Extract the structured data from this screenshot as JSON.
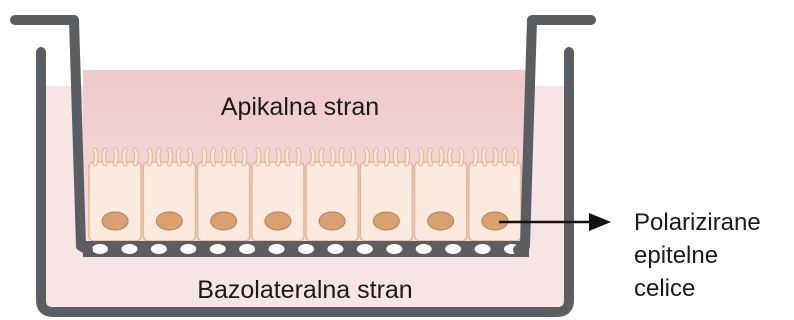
{
  "labels": {
    "apical": "Apikalna stran",
    "basolateral": "Bazolateralna stran",
    "cells_line1": "Polarizirane",
    "cells_line2": "epitelne",
    "cells_line3": "celice"
  },
  "colors": {
    "outer_well_medium": "#f7e4e4",
    "insert_medium": "#eec9cb",
    "wall": "#5a5d62",
    "cell_fill": "#fbeadd",
    "cell_outline": "#e7b697",
    "nucleus": "#d9a071",
    "nucleus_outline": "#b97f55",
    "membrane_pores": "#ffffff",
    "arrow": "#111111"
  },
  "cell_count": 8
}
